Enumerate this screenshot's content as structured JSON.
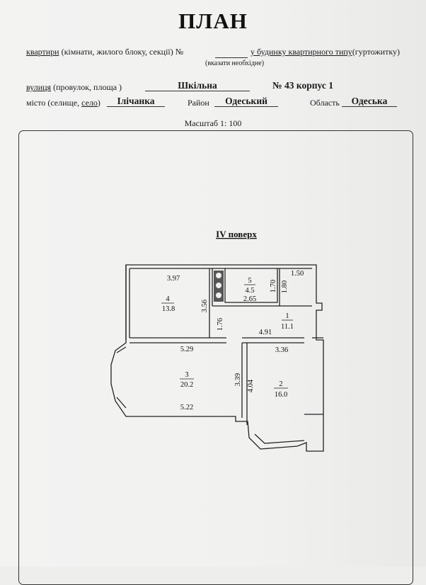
{
  "header": {
    "title": "ПЛАН",
    "line1_prefix": "квартири",
    "line1_mid": " (кімнати, жилого блоку, секції) №",
    "line1_suffix": "у будинку квартирного типу",
    "line1_end": "(гуртожитку)",
    "line1_hint": "(вказати необхідне)",
    "street_label_u": "вулиця",
    "street_label_rest": " (провулок,  площа )",
    "street_value": "Шкільна",
    "house_value": "№ 43 корпус 1",
    "city_label_a": "місто  (селище, ",
    "city_label_u": "село",
    "city_label_b": ")",
    "city_value": "Ілічанка",
    "district_label": "Район",
    "district_value": "Одеський",
    "region_label": "Область",
    "region_value": "Одеська",
    "scale": "Масштаб 1: 100"
  },
  "floor_plan": {
    "floor_title": "IV  поверх",
    "rooms": [
      {
        "number": "4",
        "area": "13.8"
      },
      {
        "number": "5",
        "area": "4.5"
      },
      {
        "number": "1",
        "area": "11.1"
      },
      {
        "number": "3",
        "area": "20.2"
      },
      {
        "number": "2",
        "area": "16.0"
      }
    ],
    "dimensions": {
      "room4_width": "3.97",
      "room4_height": "3.56",
      "room5_width": "2.65",
      "room5_height": "1.70",
      "closet_height": "1.80",
      "closet_width": "1.50",
      "hall_width": "4.91",
      "hall_height": "1.76",
      "room3_top": "5.29",
      "room3_bottom": "5.22",
      "room3_height": "3.39",
      "room2_width": "3.36",
      "room2_height": "4.04"
    }
  }
}
